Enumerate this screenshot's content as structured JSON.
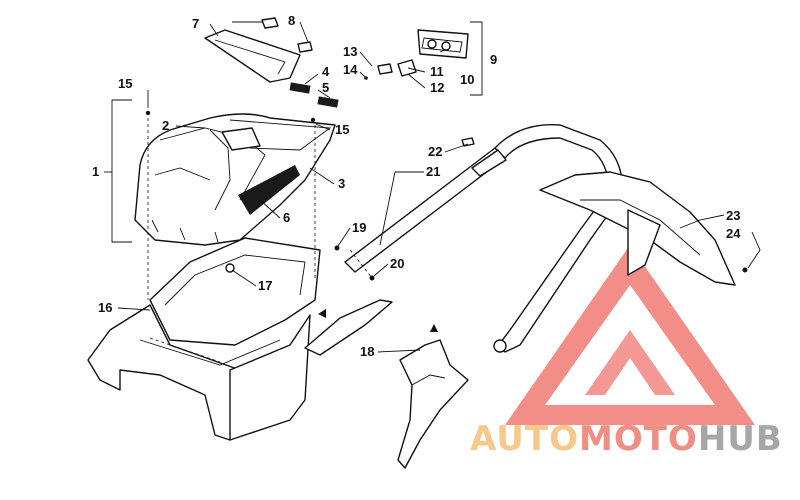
{
  "diagram": {
    "callouts": [
      "1",
      "2",
      "3",
      "4",
      "5",
      "6",
      "7",
      "8",
      "9",
      "10",
      "11",
      "12",
      "13",
      "14",
      "15",
      "15",
      "16",
      "17",
      "18",
      "19",
      "20",
      "21",
      "22",
      "23",
      "24"
    ]
  },
  "watermark": {
    "parts": [
      "AUTO",
      "MOTO",
      "HUB"
    ],
    "colors": {
      "auto": "#f6c98a",
      "moto": "#ef8f84",
      "hub": "#a6a6a6",
      "logo": "#f07a74"
    }
  }
}
